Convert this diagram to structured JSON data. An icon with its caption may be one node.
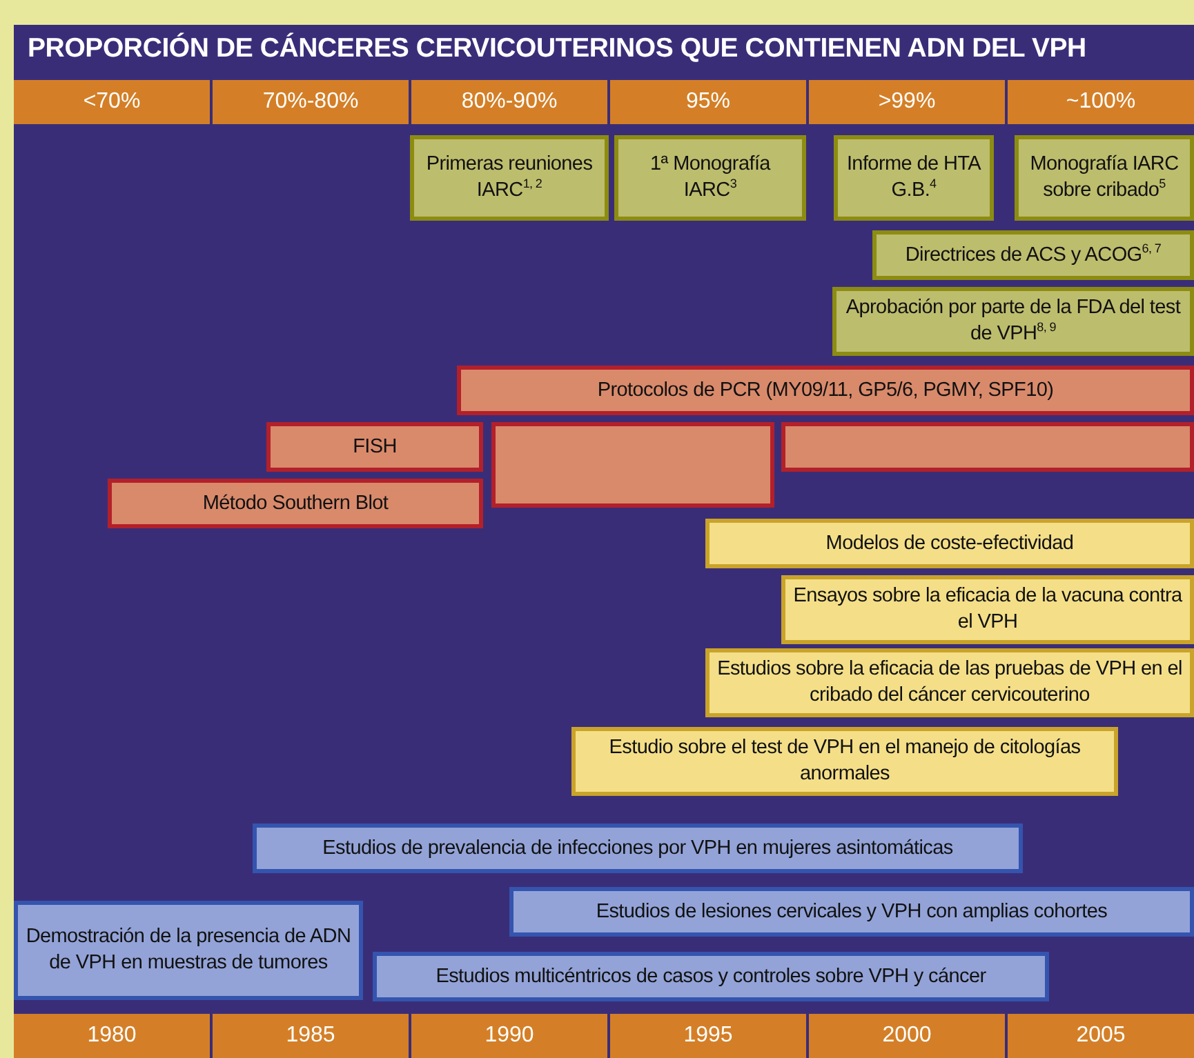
{
  "diagram": {
    "title": "PROPORCIÓN DE CÁNCERES CERVICOUTERINOS QUE CONTIENEN ADN DEL VPH",
    "nodes": [
      {
        "text": [
          "Primeras reuniones IARC$^{1, 2}$"
        ]
      },
      {
        "text": [
          "1ª Monografía IARC$^{3}$"
        ]
      },
      {
        "text": [
          "Informe de HTA G.B.$^{4}$"
        ]
      },
      {
        "text": [
          "Monografía IARC sobre cribado$^{5}$"
        ]
      },
      {
        "text": [
          "Directrices de ACS y ACOG$^{6, 7}$"
        ]
      },
      {
        "text": [
          "Aprobación por parte de la FDA del test de VPH$^{8, 9}$"
        ]
      },
      {
        "text": [
          "Protocolos de PCR (MY09/11, GP5/6, PGMY, SPF10)"
        ]
      },
      {
        "text": [
          "FISH"
        ]
      },
      {
        "text": [],
        "shape": "box"
      },
      {
        "text": [],
        "shape": "box"
      },
      {
        "text": [
          "Método Southern Blot"
        ]
      },
      {
        "text": [
          "Modelos de coste-efectividad"
        ]
      },
      {
        "text": [
          "Ensayos sobre la eficacia de la vacuna contra el VPH"
        ]
      },
      {
        "text": [
          "Estudios sobre la eficacia de las pruebas de VPH en el cribado del cáncer cervicouterino"
        ]
      },
      {
        "text": [
          "Estudio sobre el test de VPH en el manejo de citologías anormales"
        ]
      },
      {
        "text": [
          "Estudios de prevalencia de infecciones por VPH en mujeres asintomáticas"
        ]
      },
      {
        "text": [
          "Demostración de la presencia de ADN de VPH en muestras de tumores"
        ]
      },
      {
        "text": [
          "Estudios de lesiones cervicales y VPH con amplias cohortes"
        ]
      },
      {
        "text": [
          "Estudios multicéntricos de casos y controles sobre VPH y cáncer"
        ]
      }
    ],
    "labels": [
      "<70%",
      "70%-80%",
      "80%-90%",
      "95%",
      ">99%",
      "~100%",
      "1980",
      "1985",
      "1990",
      "1995",
      "2000",
      "2005"
    ]
  }
}
